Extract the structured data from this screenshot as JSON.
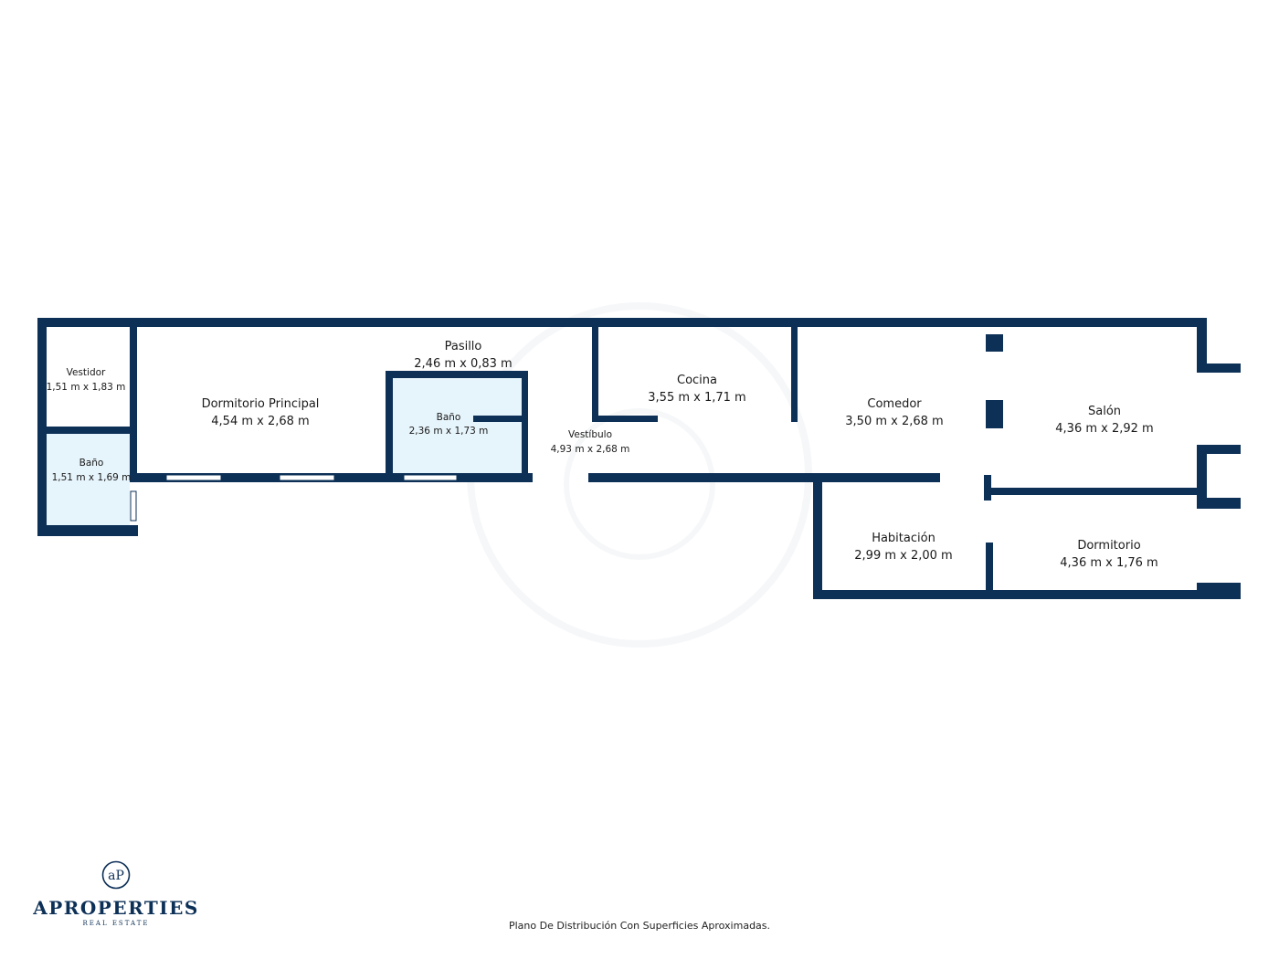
{
  "colors": {
    "wall": "#0d3057",
    "bath_fill": "#e6f4fb",
    "window_fill": "#ffffff",
    "watermark": "#eef1f4"
  },
  "rooms": {
    "vestidor": {
      "name": "Vestidor",
      "dims": "1,51 m x 1,83 m"
    },
    "bano1": {
      "name": "Baño",
      "dims": "1,51 m x 1,69 m"
    },
    "dormitorio_principal": {
      "name": "Dormitorio Principal",
      "dims": "4,54 m x 2,68 m"
    },
    "pasillo": {
      "name": "Pasillo",
      "dims": "2,46 m x 0,83 m"
    },
    "bano2": {
      "name": "Baño",
      "dims": "2,36 m x 1,73 m"
    },
    "vestibulo": {
      "name": "Vestíbulo",
      "dims": "4,93 m x 2,68 m"
    },
    "cocina": {
      "name": "Cocina",
      "dims": "3,55 m x 1,71 m"
    },
    "comedor": {
      "name": "Comedor",
      "dims": "3,50 m x 2,68 m"
    },
    "salon": {
      "name": "Salón",
      "dims": "4,36 m x 2,92 m"
    },
    "habitacion": {
      "name": "Habitación",
      "dims": "2,99 m x 2,00 m"
    },
    "dormitorio": {
      "name": "Dormitorio",
      "dims": "4,36 m x 1,76 m"
    }
  },
  "logo": {
    "name": "APROPERTIES",
    "subtitle": "REAL ESTATE",
    "mark_icon": "ap-monogram-icon"
  },
  "caption": "Plano De Distribución Con Superficies Aproximadas."
}
